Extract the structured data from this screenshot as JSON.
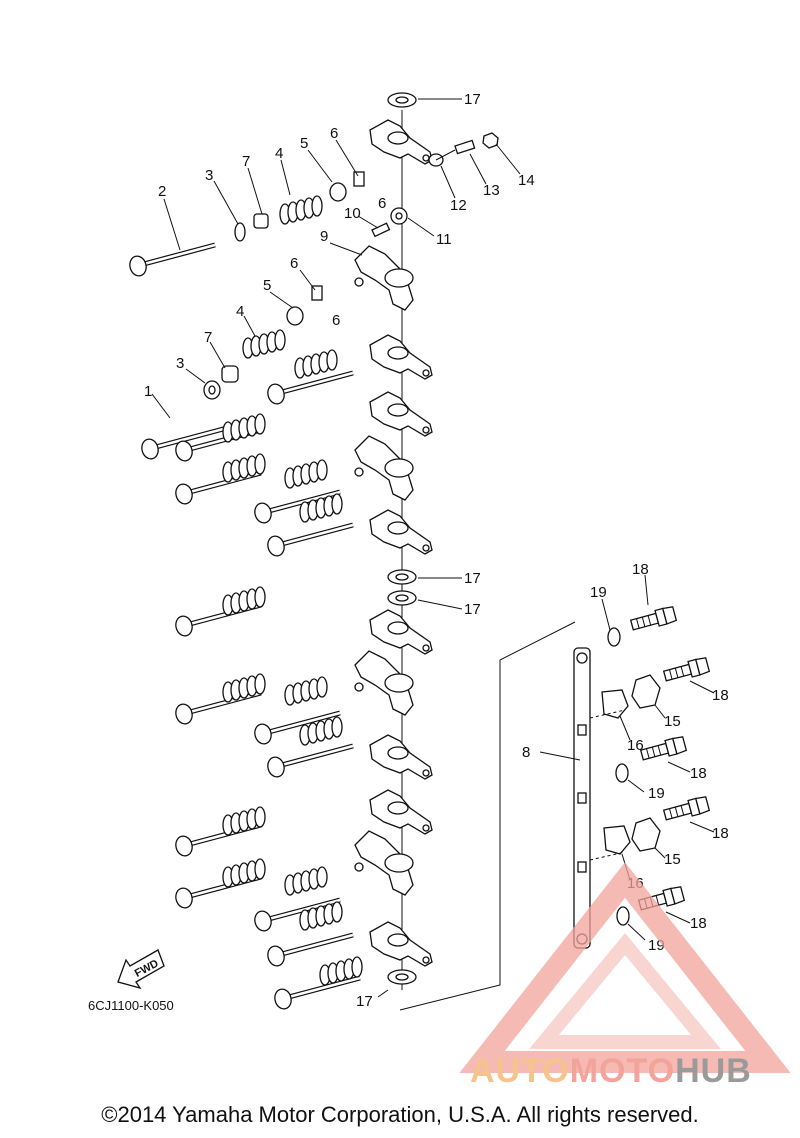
{
  "diagram": {
    "callouts": [
      "1",
      "2",
      "3",
      "3",
      "4",
      "4",
      "5",
      "5",
      "6",
      "6",
      "6",
      "6",
      "7",
      "7",
      "8",
      "9",
      "10",
      "11",
      "12",
      "13",
      "14",
      "15",
      "15",
      "16",
      "16",
      "17",
      "17",
      "17",
      "17",
      "18",
      "18",
      "18",
      "18",
      "18",
      "19",
      "19",
      "19"
    ],
    "part_code": "6CJ1100-K050",
    "fwd_label": "FWD"
  },
  "watermark": {
    "part1": "AUTO",
    "part2": "MOTO",
    "part3": "HUB",
    "colors": [
      "#f6c48a",
      "#f3a39a",
      "#9a9a9a"
    ]
  },
  "footer": {
    "copyright": "©2014 Yamaha Motor Corporation, U.S.A. All rights reserved."
  }
}
